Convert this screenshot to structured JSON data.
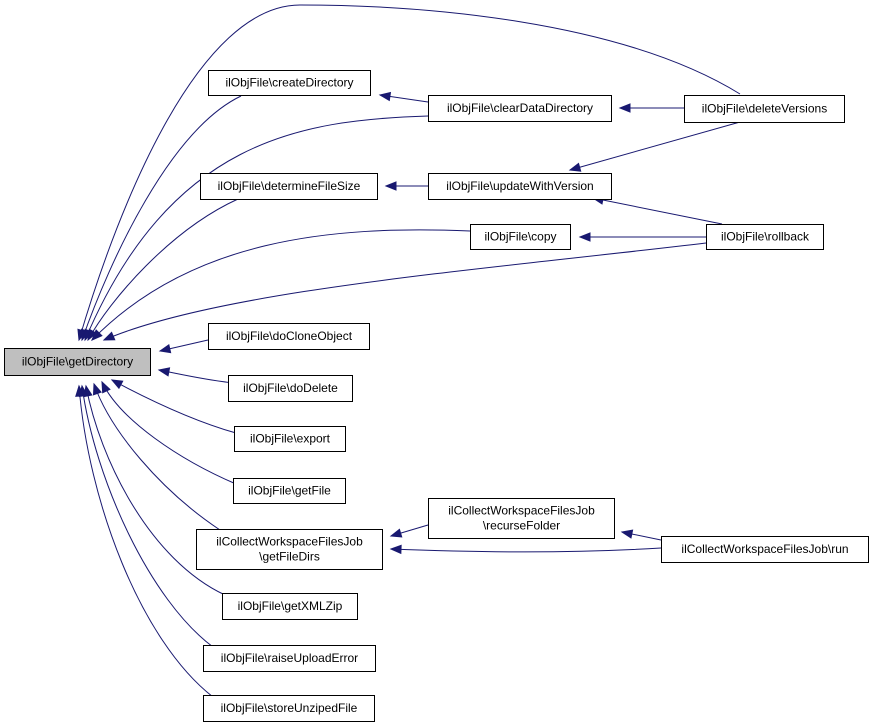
{
  "diagram": {
    "edge_color": "#191970",
    "focus_fill": "#bfbfbf",
    "nodes": [
      {
        "id": "getDirectory",
        "lines": [
          "ilObjFile\\getDirectory"
        ],
        "focus": true
      },
      {
        "id": "createDirectory",
        "lines": [
          "ilObjFile\\createDirectory"
        ]
      },
      {
        "id": "clearDataDirectory",
        "lines": [
          "ilObjFile\\clearDataDirectory"
        ]
      },
      {
        "id": "deleteVersions",
        "lines": [
          "ilObjFile\\deleteVersions"
        ]
      },
      {
        "id": "determineFileSize",
        "lines": [
          "ilObjFile\\determineFileSize"
        ]
      },
      {
        "id": "updateWithVersion",
        "lines": [
          "ilObjFile\\updateWithVersion"
        ]
      },
      {
        "id": "copy",
        "lines": [
          "ilObjFile\\copy"
        ]
      },
      {
        "id": "rollback",
        "lines": [
          "ilObjFile\\rollback"
        ]
      },
      {
        "id": "doCloneObject",
        "lines": [
          "ilObjFile\\doCloneObject"
        ]
      },
      {
        "id": "doDelete",
        "lines": [
          "ilObjFile\\doDelete"
        ]
      },
      {
        "id": "export",
        "lines": [
          "ilObjFile\\export"
        ]
      },
      {
        "id": "getFile",
        "lines": [
          "ilObjFile\\getFile"
        ]
      },
      {
        "id": "getFileDirs",
        "lines": [
          "ilCollectWorkspaceFilesJob",
          "\\getFileDirs"
        ]
      },
      {
        "id": "recurseFolder",
        "lines": [
          "ilCollectWorkspaceFilesJob",
          "\\recurseFolder"
        ]
      },
      {
        "id": "run",
        "lines": [
          "ilCollectWorkspaceFilesJob\\run"
        ]
      },
      {
        "id": "getXMLZip",
        "lines": [
          "ilObjFile\\getXMLZip"
        ]
      },
      {
        "id": "raiseUploadError",
        "lines": [
          "ilObjFile\\raiseUploadError"
        ]
      },
      {
        "id": "storeUnzipedFile",
        "lines": [
          "ilObjFile\\storeUnzipedFile"
        ]
      }
    ],
    "edges": [
      {
        "from": "createDirectory",
        "to": "getDirectory"
      },
      {
        "from": "clearDataDirectory",
        "to": "getDirectory"
      },
      {
        "from": "deleteVersions",
        "to": "getDirectory"
      },
      {
        "from": "determineFileSize",
        "to": "getDirectory"
      },
      {
        "from": "copy",
        "to": "getDirectory"
      },
      {
        "from": "rollback",
        "to": "getDirectory"
      },
      {
        "from": "doCloneObject",
        "to": "getDirectory"
      },
      {
        "from": "doDelete",
        "to": "getDirectory"
      },
      {
        "from": "export",
        "to": "getDirectory"
      },
      {
        "from": "getFile",
        "to": "getDirectory"
      },
      {
        "from": "getFileDirs",
        "to": "getDirectory"
      },
      {
        "from": "getXMLZip",
        "to": "getDirectory"
      },
      {
        "from": "raiseUploadError",
        "to": "getDirectory"
      },
      {
        "from": "storeUnzipedFile",
        "to": "getDirectory"
      },
      {
        "from": "clearDataDirectory",
        "to": "createDirectory"
      },
      {
        "from": "deleteVersions",
        "to": "clearDataDirectory"
      },
      {
        "from": "updateWithVersion",
        "to": "determineFileSize"
      },
      {
        "from": "deleteVersions",
        "to": "updateWithVersion"
      },
      {
        "from": "rollback",
        "to": "updateWithVersion"
      },
      {
        "from": "rollback",
        "to": "copy"
      },
      {
        "from": "recurseFolder",
        "to": "getFileDirs"
      },
      {
        "from": "run",
        "to": "getFileDirs"
      },
      {
        "from": "run",
        "to": "recurseFolder"
      }
    ]
  }
}
